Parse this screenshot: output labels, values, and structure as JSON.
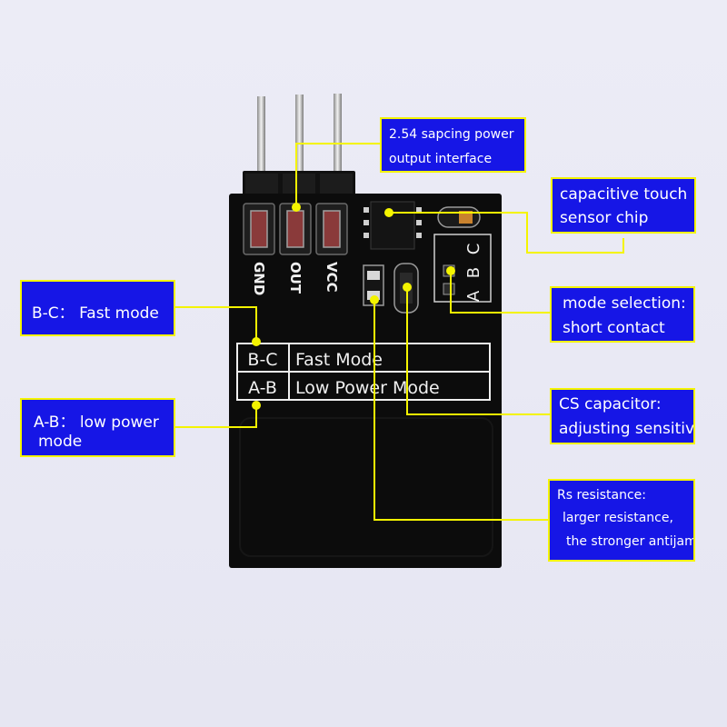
{
  "board": {
    "pin_labels": [
      "GND",
      "OUT",
      "VCC"
    ],
    "jumper_letters": [
      "A",
      "B",
      "C"
    ],
    "mode_table": [
      {
        "code": "B-C",
        "mode": "Fast Mode"
      },
      {
        "code": "A-B",
        "mode": "Low Power Mode"
      }
    ],
    "colors": {
      "board": "#0c0c0c",
      "silkscreen": "#f0f0f0",
      "callout_fill": "#1616e6",
      "callout_border": "#f4f400",
      "leader_line": "#f4f400"
    }
  },
  "callouts": {
    "power_interface": {
      "line1": "2.54 sapcing power",
      "line2": "output interface"
    },
    "sensor_chip": {
      "line1": "capacitive touch",
      "line2": "sensor chip"
    },
    "fast_mode": {
      "line1": "B-C： Fast mode"
    },
    "mode_selection": {
      "line1": "mode selection:",
      "line2": "short contact"
    },
    "low_power_mode": {
      "line1": "A-B： low power",
      "line2": "mode"
    },
    "cs_capacitor": {
      "line1": "CS capacitor:",
      "line2": "adjusting sensitivity"
    },
    "rs_resistance": {
      "line1": "Rs resistance:",
      "line2": "larger resistance,",
      "line3": "the stronger antijamming"
    }
  }
}
